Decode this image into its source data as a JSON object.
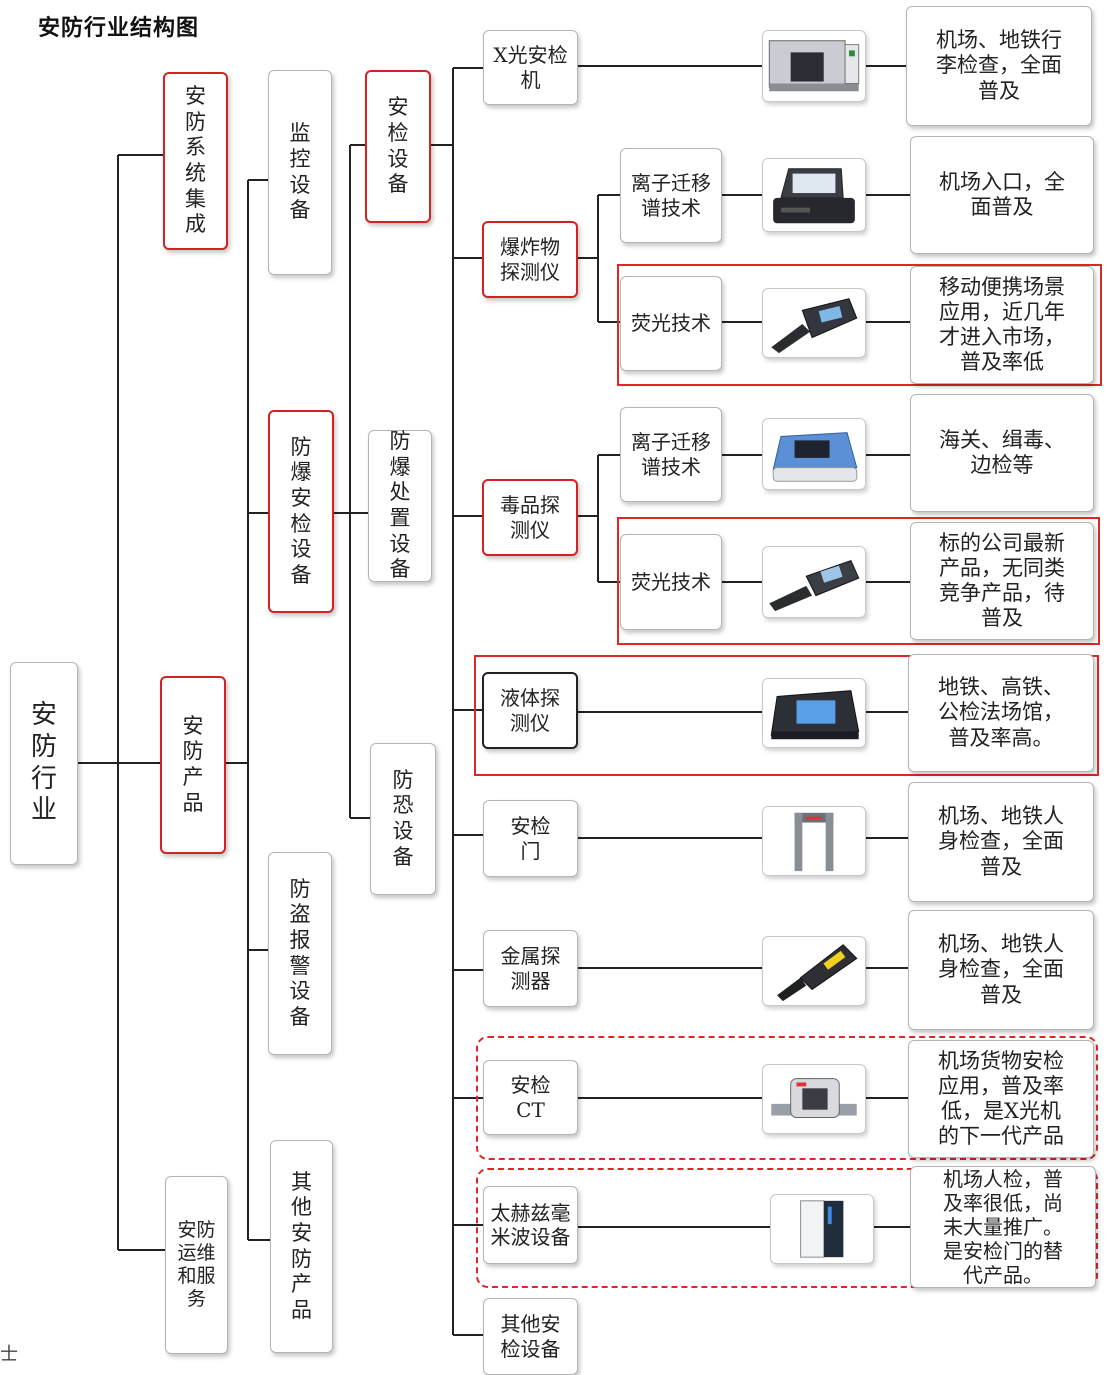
{
  "title": "安防行业结构图",
  "root": "安防行业",
  "level1": {
    "integration": "安防系统集成",
    "products": "安防产品",
    "ops": "安防运维和服务"
  },
  "level2": {
    "monitor": "监控设备",
    "explosion_proof": "防爆安检设备",
    "anti_theft": "防盗报警设备",
    "other": "其他安防产品"
  },
  "level3": {
    "security_check": "安检设备",
    "disposal": "防爆处置设备",
    "anti_terror": "防恐设备"
  },
  "devices": {
    "xray": "X光安检机",
    "explosive": "爆炸物探测仪",
    "drug": "毒品探测仪",
    "liquid": "液体探测仪",
    "gate": "安检门",
    "metal": "金属探测器",
    "ct": "安检CT",
    "thz": "太赫兹毫米波设备",
    "other": "其他安检设备"
  },
  "techs": {
    "explosive_ims": "离子迁移谱技术",
    "explosive_fluor": "荧光技术",
    "drug_ims": "离子迁移谱技术",
    "drug_fluor": "荧光技术"
  },
  "descriptions": {
    "xray": "机场、地铁行\n李检查，全面\n普及",
    "explosive_ims": "机场入口，全\n面普及",
    "explosive_fluor": "移动便携场景\n应用，近几年\n才进入市场，\n普及率低",
    "drug_ims": "海关、缉毒、\n边检等",
    "drug_fluor": "标的公司最新\n产品，无同类\n竞争产品，待\n普及",
    "liquid": "地铁、高铁、\n公检法场馆，\n普及率高。",
    "gate": "机场、地铁人\n身检查，全面\n普及",
    "metal": "机场、地铁人\n身检查，全面\n普及",
    "ct": "机场货物安检\n应用，普及率\n低，是X光机\n的下一代产品",
    "thz": "机场人检，普\n及率很低，尚\n未大量推广。\n是安检门的替\n代产品。"
  },
  "corner_mark": "士",
  "colors": {
    "highlight": "#d32222",
    "line": "#222222",
    "box_border": "#b5b5b5"
  }
}
